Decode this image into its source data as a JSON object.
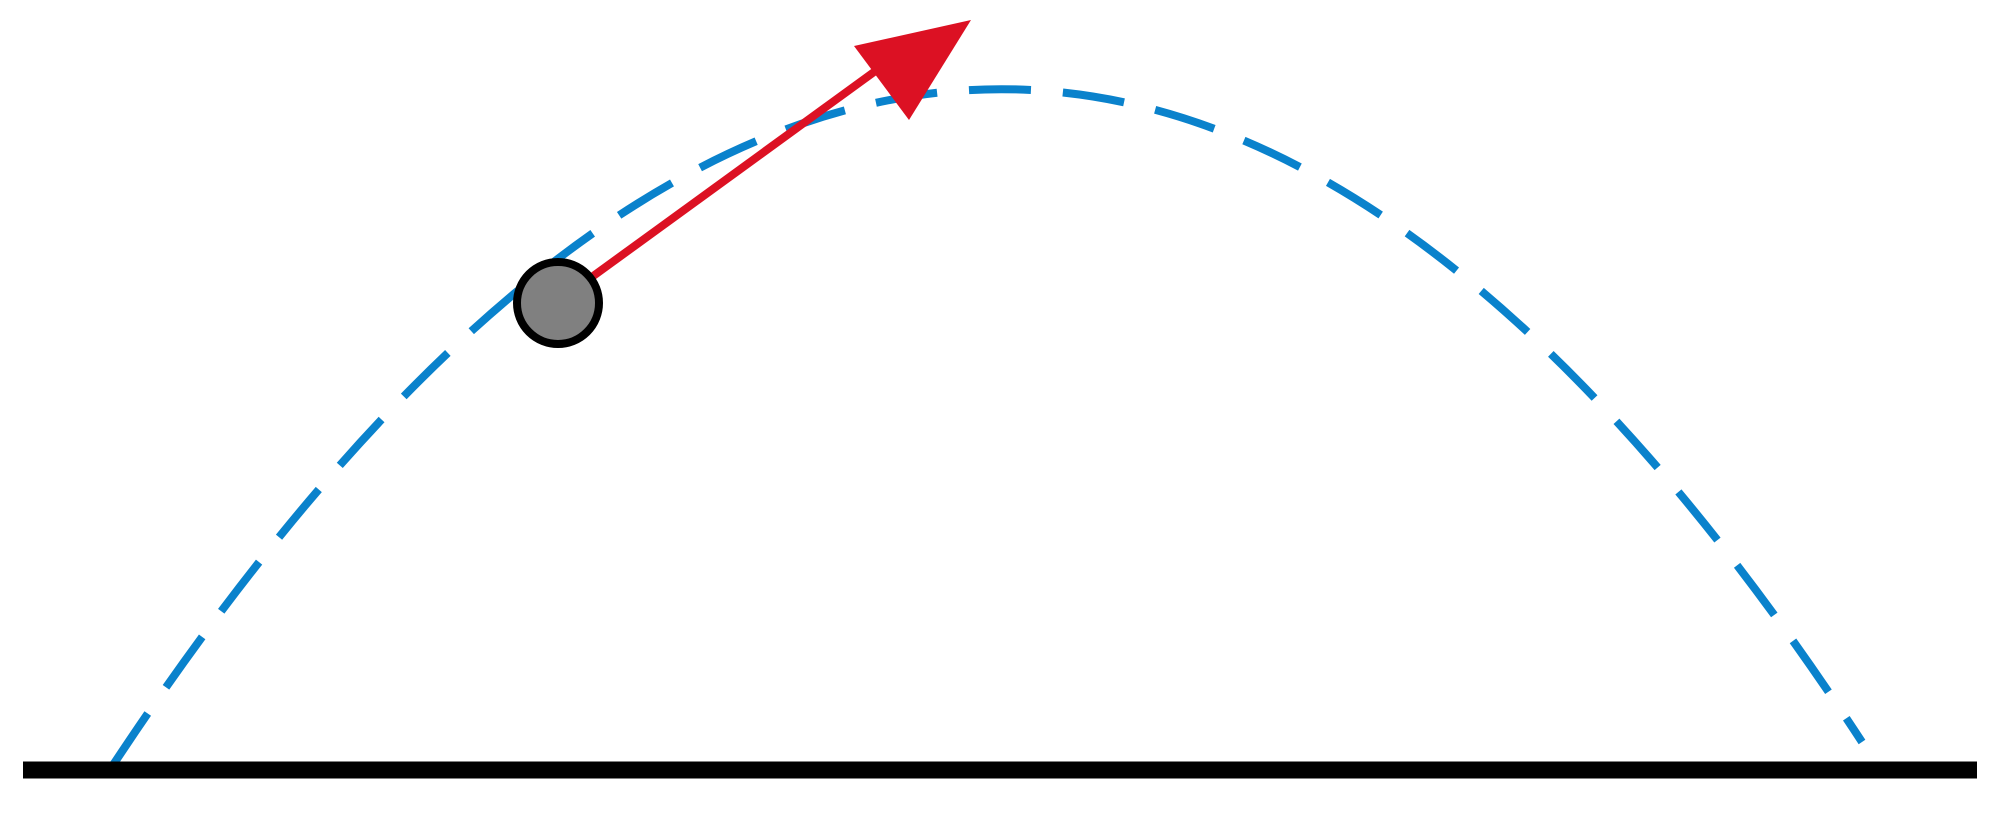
{
  "diagram": {
    "colors": {
      "trajectory": "#0a82cc",
      "velocity_arrow": "#dc1123",
      "ball_fill": "#808080",
      "ball_outline": "#000000",
      "ground": "#000000",
      "background": "#ffffff"
    },
    "icons": {
      "ball": "circle",
      "velocity": "arrow",
      "trajectory": "dashed-parabola",
      "ground": "line"
    }
  }
}
